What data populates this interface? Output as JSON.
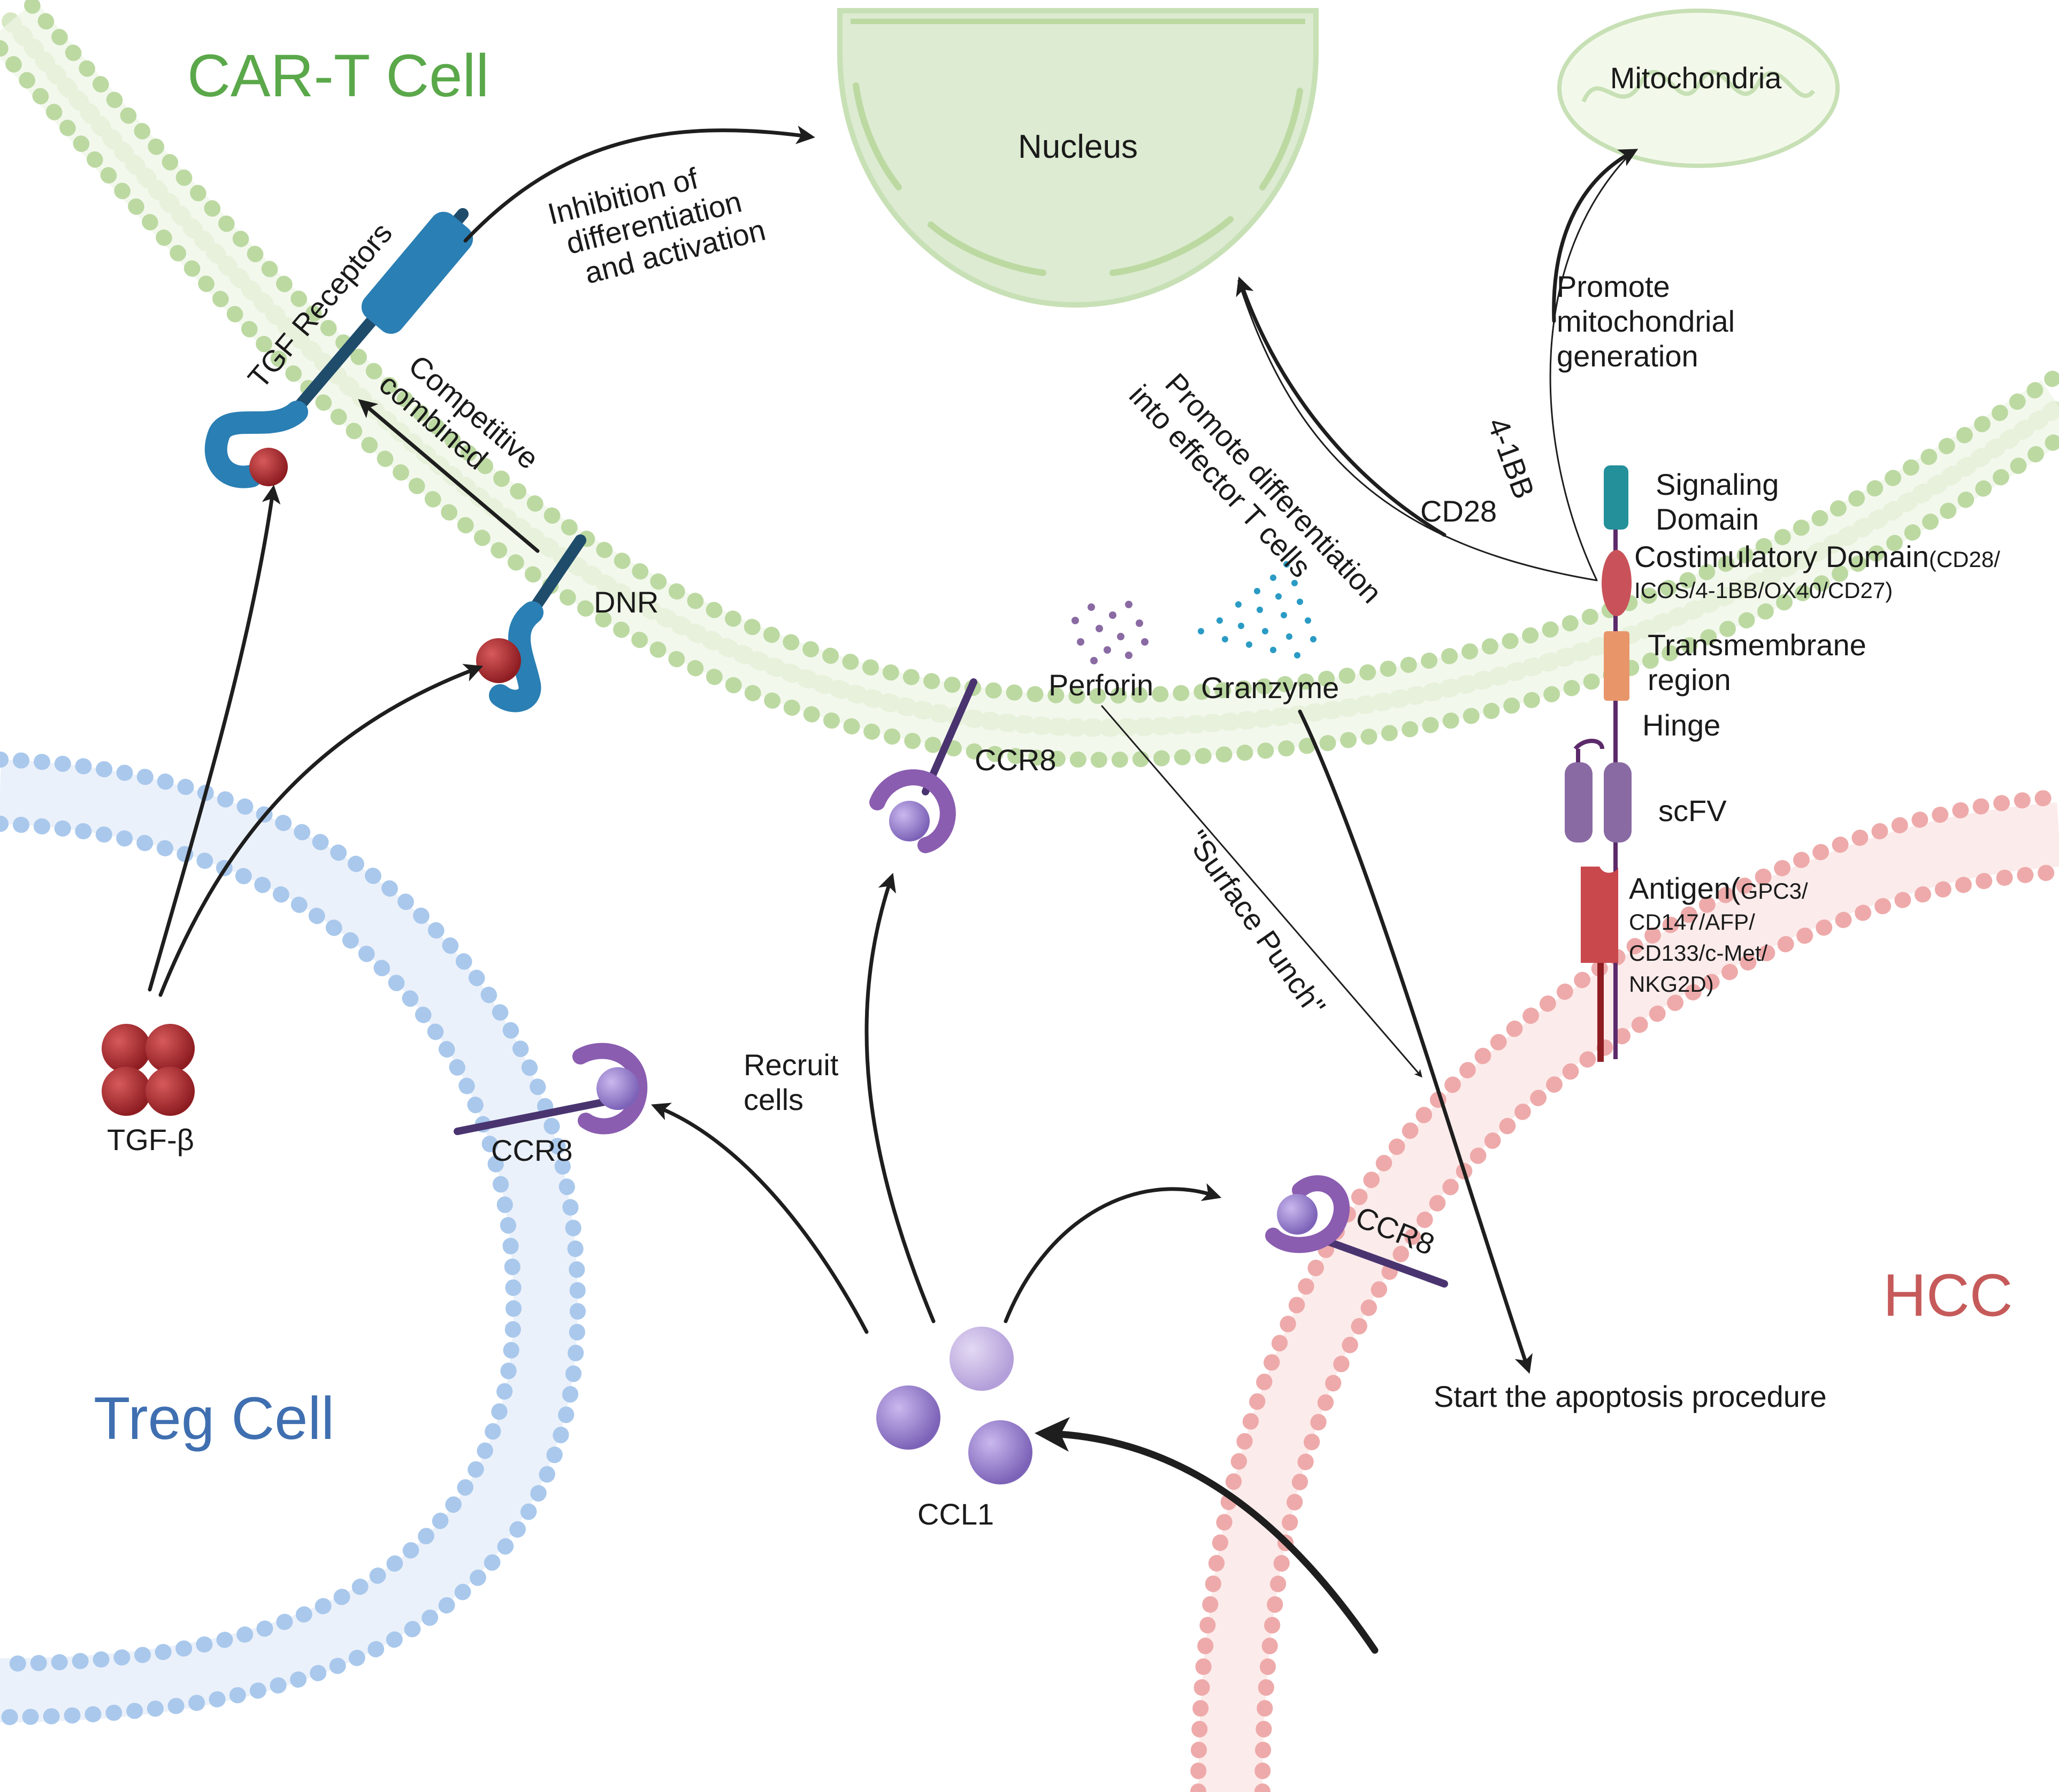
{
  "titles": {
    "cart": "CAR-T Cell",
    "treg": "Treg Cell",
    "hcc": "HCC"
  },
  "labels": {
    "nucleus": "Nucleus",
    "mitochondria": "Mitochondria",
    "inhibition": [
      "Inhibition of",
      "differentiation",
      "and activation"
    ],
    "tgf_receptors": "TGF Receptors",
    "competitive": [
      "Competitive",
      "combined"
    ],
    "dnr": "DNR",
    "tgf_beta": "TGF-β",
    "ccr8": "CCR8",
    "recruit": [
      "Recruit",
      "cells"
    ],
    "ccl1": "CCL1",
    "perforin": "Perforin",
    "granzyme": "Granzyme",
    "surface_punch": "\"Surface Punch\"",
    "promote_diff": [
      "Promote differentiation",
      "into effector T cells"
    ],
    "promote_mito": [
      "Promote",
      "mitochondrial",
      "generation"
    ],
    "cd28": "CD28",
    "four_1bb": "4-1BB",
    "signaling": [
      "Signaling",
      "Domain"
    ],
    "costim_main": "Costimulatory Domain",
    "costim_paren1": "(CD28/",
    "costim_paren2": "ICOS/4-1BB/OX40/CD27)",
    "transmembrane": [
      "Transmembrane",
      "region"
    ],
    "hinge": "Hinge",
    "scfv": "scFV",
    "antigen_main": "Antigen(",
    "antigen_rest": [
      "GPC3/",
      "CD147/AFP/",
      "CD133/c-Met/",
      "NKG2D)"
    ],
    "apoptosis": "Start the apoptosis procedure"
  },
  "colors": {
    "cart_membrane": "#cfe3b8",
    "treg_membrane": "#b9d3ef",
    "hcc_membrane": "#f1bcbc",
    "tgf_receptor": "#2a7fb4",
    "ccr8": "#8a5db0",
    "ccl1": "#9c83cf",
    "tgf_beta": "#a8282c",
    "signaling": "#23909a",
    "costim": "#c9525a",
    "transmembrane": "#e8956a",
    "scfv": "#8a6aa3",
    "antigen": "#c9484c"
  }
}
